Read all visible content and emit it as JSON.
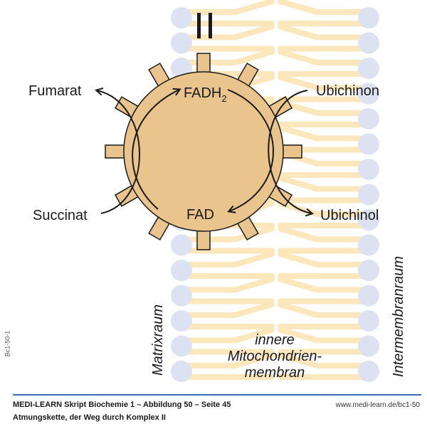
{
  "diagram": {
    "complex_label": "II",
    "enzyme": {
      "top_label": "FADH",
      "top_label_sub": "2",
      "bottom_label": "FAD"
    },
    "substrates": {
      "fumarat": "Fumarat",
      "succinat": "Succinat",
      "ubichinon": "Ubichinon",
      "ubichinol": "Ubichinol"
    },
    "regions": {
      "matrix": "Matrixraum",
      "intermembrane": "Intermembranraum",
      "membrane_line1": "innere",
      "membrane_line2": "Mitochondrien-",
      "membrane_line3": "membran"
    },
    "colors": {
      "lipid_head": "#dde2f3",
      "lipid_tail": "#fbe7bb",
      "enzyme_fill": "#e9c48c",
      "stroke": "#1a1a1a",
      "footer_rule": "#3a6fb5"
    },
    "lipid_rows_per_leaflet": 15
  },
  "footer": {
    "title": "MEDI-LEARN Skript Biochemie 1 – Abbildung 50 – Seite 45",
    "subtitle": "Atmungskette, der Weg durch Komplex II",
    "url": "www.medi-learn.de/bc1-50",
    "side_code": "Bc1-50-1"
  }
}
